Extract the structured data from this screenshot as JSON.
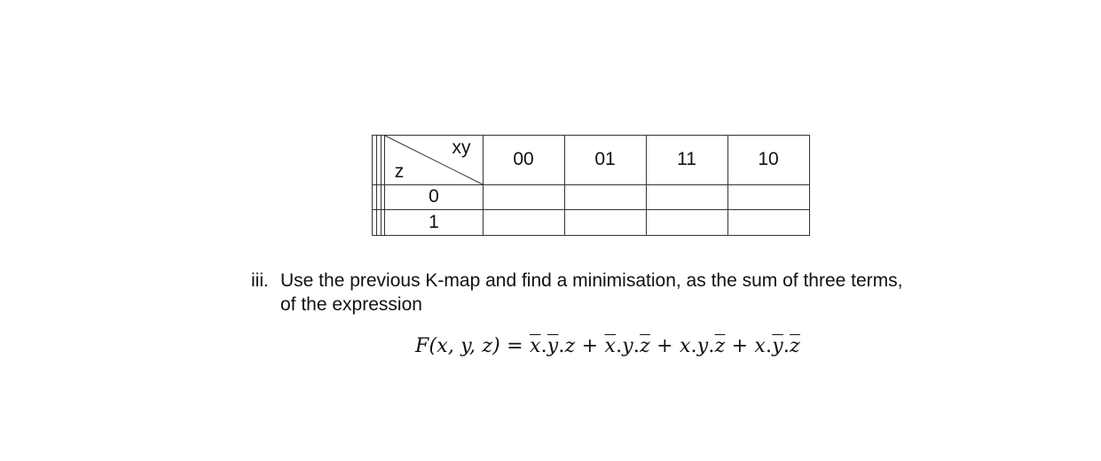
{
  "kmap": {
    "corner_col_label": "xy",
    "corner_row_label": "z",
    "columns": [
      "00",
      "01",
      "11",
      "10"
    ],
    "rows": [
      "0",
      "1"
    ]
  },
  "question": {
    "number": "iii.",
    "text": "Use the previous K-map and find a minimisation, as the sum of three terms, of the expression"
  },
  "formula": {
    "lhs": "F(x, y, z)",
    "equals": "=",
    "terms": [
      [
        {
          "v": "x",
          "bar": true
        },
        {
          "v": "y",
          "bar": true
        },
        {
          "v": "z",
          "bar": false
        }
      ],
      [
        {
          "v": "x",
          "bar": true
        },
        {
          "v": "y",
          "bar": false
        },
        {
          "v": "z",
          "bar": true
        }
      ],
      [
        {
          "v": "x",
          "bar": false
        },
        {
          "v": "y",
          "bar": false
        },
        {
          "v": "z",
          "bar": true
        }
      ],
      [
        {
          "v": "x",
          "bar": false
        },
        {
          "v": "y",
          "bar": true
        },
        {
          "v": "z",
          "bar": true
        }
      ]
    ],
    "operator": "+",
    "separator": "."
  }
}
